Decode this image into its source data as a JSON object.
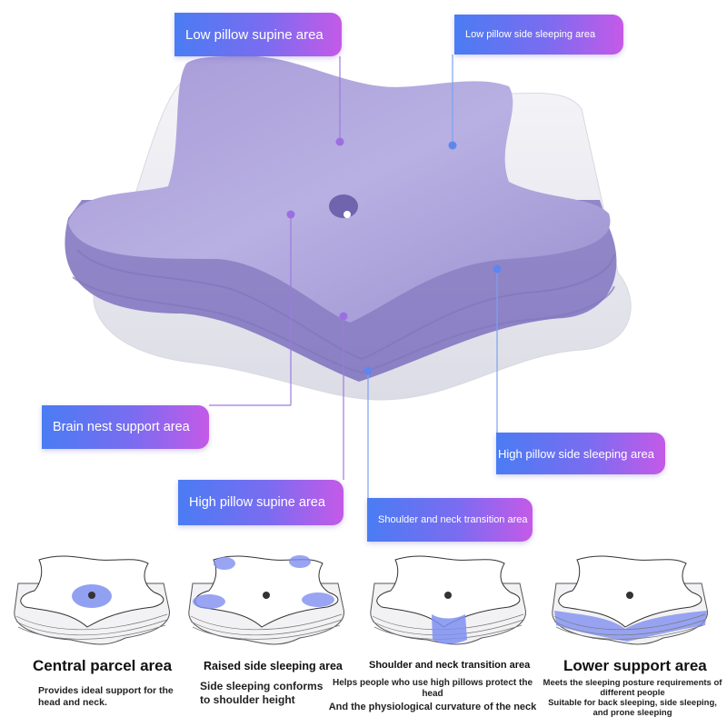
{
  "labels": {
    "low_pillow_supine_area": "Low pillow supine area",
    "low_pillow_side_sleeping_area": "Low pillow side sleeping area",
    "brain_nest_support_area": "Brain nest support area",
    "high_pillow_side_sleeping_area": "High pillow side sleeping area",
    "high_pillow_supine_area": "High pillow supine area",
    "shoulder_neck_transition_area": "Shoulder and neck transition area"
  },
  "features": [
    {
      "title": "Central parcel area",
      "description": "Provides ideal support for the head and neck.",
      "description_2": ""
    },
    {
      "title": "Raised side sleeping area",
      "description": "Side sleeping conforms to shoulder height",
      "description_2": ""
    },
    {
      "title": "Shoulder and neck transition area",
      "description": "Helps people who use high pillows protect the head",
      "description_2": "And the physiological curvature of the neck"
    },
    {
      "title": "Lower support area",
      "description": "Meets the sleeping posture requirements of different people",
      "description_2": "Suitable for back sleeping, side sleeping, and prone sleeping"
    }
  ],
  "colors": {
    "pillow_purple": "#9a8fd0",
    "pillow_light": "#b7aee0",
    "accent_blue": "#4a7cf3",
    "accent_purple": "#c45ae8",
    "highlight_zone": "#7f8ff0"
  }
}
